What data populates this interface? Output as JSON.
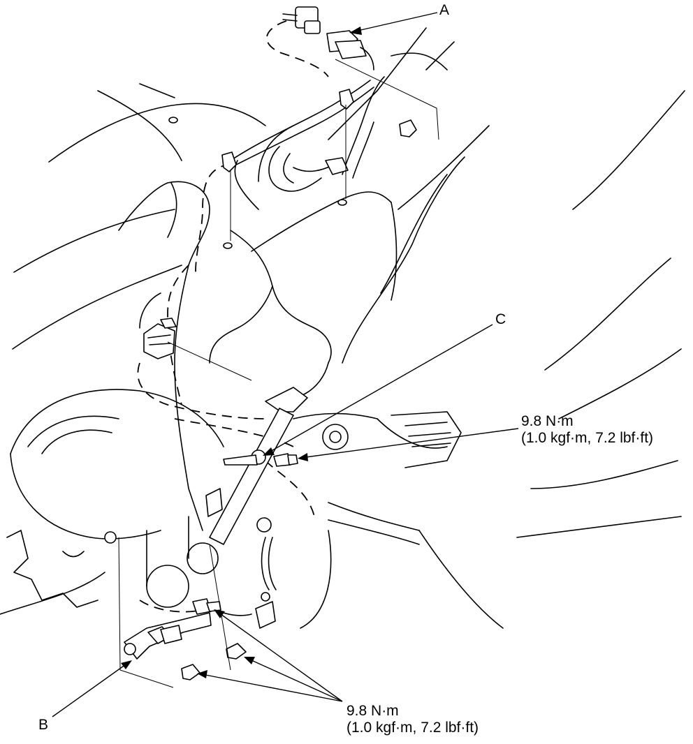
{
  "callouts": {
    "a": "A",
    "b": "B",
    "c": "C"
  },
  "torque": {
    "upper": {
      "line1": "9.8 N·m",
      "line2": "(1.0 kgf·m, 7.2 lbf·ft)"
    },
    "lower": {
      "line1": "9.8 N·m",
      "line2": "(1.0 kgf·m, 7.2 lbf·ft)"
    }
  }
}
